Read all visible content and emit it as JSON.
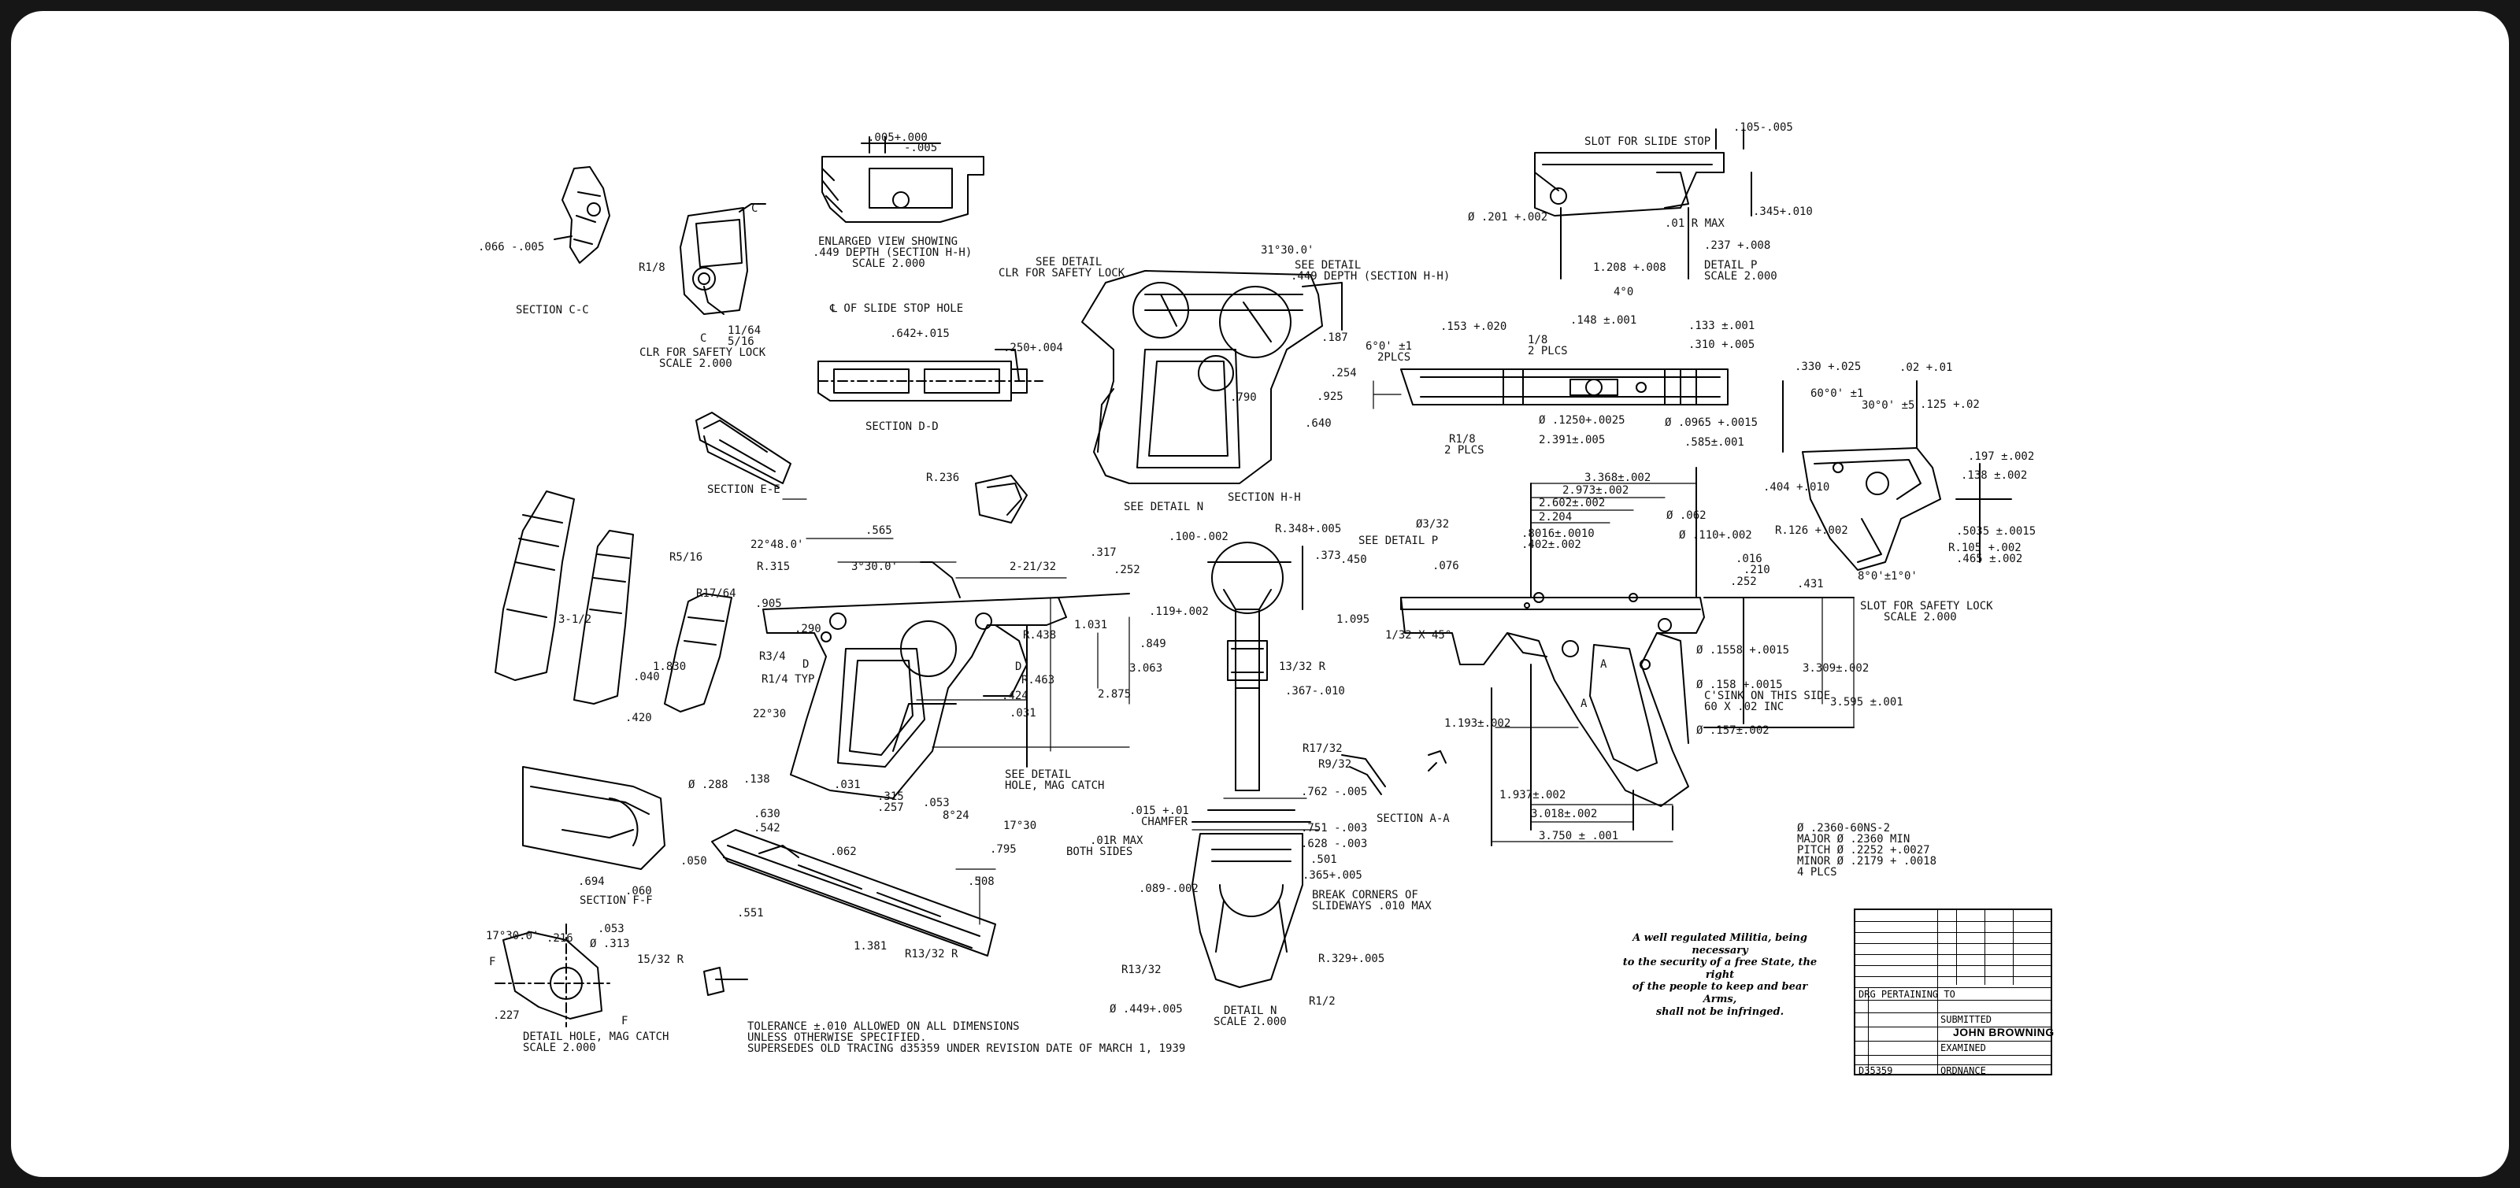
{
  "labels": {
    "section_cc": "SECTION  C-C",
    "dim_066": ".066 -.005",
    "r18_cc": "R1/8",
    "clr_safety_lock": "CLR FOR SAFETY LOCK",
    "scale_2000": "SCALE  2.000",
    "dim_1164": "11/64",
    "dim_516": "5/16",
    "mark_c1": "C",
    "mark_c2": "C",
    "dim_005_top": ".005+.000",
    "dim_005_bot": "-.005",
    "enlarged_view": "ENLARGED VIEW SHOWING",
    "depth_449": ".449 DEPTH (SECTION H-H)",
    "scale_enl": "SCALE  2.000",
    "cl_slide_stop": "℄ OF SLIDE STOP HOLE",
    "dim_642": ".642+.015",
    "dim_250": ".250+.004",
    "section_dd": "SECTION  D-D",
    "section_ee": "SECTION  E-E",
    "see_detail_clr": "SEE DETAIL",
    "clr_safety_lock2": "CLR FOR SAFETY LOCK",
    "angle_31": "31°30.0'",
    "see_detail_449": "SEE DETAIL",
    "depth_449b": ".449 DEPTH (SECTION H-H)",
    "dim_790": ".790",
    "dim_925": ".925",
    "dim_254": ".254",
    "dim_640": ".640",
    "dim_187": ".187",
    "slot_slide_stop": "SLOT FOR SLIDE STOP",
    "dim_105": ".105-.005",
    "dim_201": "Ø .201 +.002",
    "dim_01r": ".01 R MAX",
    "dim_345": ".345+.010",
    "dim_1208": "1.208 +.008",
    "dim_237": ".237 +.008",
    "angle_4": "4°0",
    "detail_p": "DETAIL  P",
    "scale_p": "SCALE  2.000",
    "dim_153": ".153 +.020",
    "dim_18": "1/8",
    "plcs2a": "2 PLCS",
    "dim_148": ".148 ±.001",
    "dim_133": ".133 ±.001",
    "dim_310": ".310 +.005",
    "angle_6": "6°0' ±1",
    "plcs2b": "2PLCS",
    "dim_1250": "Ø .1250+.0025",
    "dim_0965": "Ø .0965 +.0015",
    "r18_b": "R1/8",
    "plcs2c": "2 PLCS",
    "dim_2391": "2.391±.005",
    "dim_585": ".585±.001",
    "dim_330": ".330 +.025",
    "dim_02": ".02 +.01",
    "angle_60": "60°0' ±1",
    "angle_30": "30°0' ±5",
    "dim_125": ".125 +.02",
    "dim_197": ".197 ±.002",
    "dim_138": ".138 ±.002",
    "dim_404": ".404 +.010",
    "dim_r126": "R.126 +.002",
    "dim_5035": ".5035 ±.0015",
    "dim_r105": "R.105 +.002",
    "dim_465": ".465 ±.002",
    "angle_8": "8°0'±1°0'",
    "slot_safety": "SLOT FOR SAFETY LOCK",
    "scale_safety": "SCALE  2.000",
    "dim_3368": "3.368±.002",
    "dim_2973": "2.973±.002",
    "dim_2602": "2.602±.002",
    "dim_2204": "2.204",
    "dim_8016": ".8016±.0010",
    "dim_402": ".402±.002",
    "dim_332": "Ø3/32",
    "dim_062": "Ø .062",
    "dim_110": "Ø .110+.002",
    "see_detail_p": "SEE DETAIL  P",
    "dim_450": ".450",
    "dim_076": ".076",
    "dim_016": ".016",
    "dim_210": ".210",
    "dim_252b": ".252",
    "dim_431": ".431",
    "dim_1095": "1.095",
    "dim_132x45": "1/32 X 45°",
    "dim_1558": "Ø .1558 +.0015",
    "dim_158": "Ø .158 +.0015",
    "csink": "C'SINK ON THIS SIDE",
    "csink2": "60 X .02 INC",
    "dim_3309": "3.309±.002",
    "dim_3595": "3.595 ±.001",
    "dim_1193": "1.193±.002",
    "dim_157": "Ø .157±.002",
    "mark_a1": "A",
    "mark_a2": "A",
    "dim_1937": "1.937±.002",
    "dim_3018": "3.018±.002",
    "dim_3750": "3.750 ± .001",
    "dim_2360": "Ø .2360-60NS-2",
    "major": "MAJOR Ø  .2360 MIN",
    "pitch": "PITCH Ø  .2252 +.0027",
    "minor": "MINOR Ø  .2179 + .0018",
    "plcs4": "4 PLCS",
    "see_detail_n": "SEE DETAIL  N",
    "section_hh": "SECTION  H-H",
    "dim_100": ".100-.002",
    "dim_r348": "R.348+.005",
    "dim_373": ".373",
    "dim_119": ".119+.002",
    "dim_1332r": "13/32 R",
    "dim_367": ".367-.010",
    "dim_r1732": "R17/32",
    "dim_r932": "R9/32",
    "dim_762": ".762 -.005",
    "section_aa": "SECTION  A-A",
    "dim_r236": "R.236",
    "dim_565": ".565",
    "angle_22_48": "22°48.0'",
    "dim_r315": "R.315",
    "angle_3_30": "3°30.0'",
    "dim_2_2132": "2-21/32",
    "dim_317": ".317",
    "dim_252": ".252",
    "dim_905": ".905",
    "dim_290": ".290",
    "dim_r34": "R3/4",
    "dim_r438": "R.438",
    "dim_1031": "1.031",
    "dim_849": ".849",
    "mark_d1": "D",
    "mark_d2": "D",
    "dim_r463": "R.463",
    "dim_3063": "3.063",
    "dim_r14": "R1/4 TYP",
    "dim_424": ".424",
    "dim_031": ".031",
    "dim_2875": "2.875",
    "angle_22_30": "22°30",
    "see_detail_hole": "SEE DETAIL",
    "hole_mag": "HOLE, MAG CATCH",
    "dim_138b": ".138",
    "dim_031b": ".031",
    "dim_315": ".315",
    "dim_257": ".257",
    "dim_053": ".053",
    "angle_8_24": "8°24",
    "angle_17_30": "17°30",
    "dim_795": ".795",
    "dim_r516": "R5/16",
    "dim_r1764": "R17/64",
    "dim_3_12": "3-1/2",
    "dim_1830": "1.830",
    "dim_040": ".040",
    "dim_420": ".420",
    "dim_288": "Ø .288",
    "dim_694": ".694",
    "section_ff": "SECTION  F-F",
    "dim_060": ".060",
    "dim_050": ".050",
    "dim_630": ".630",
    "dim_542": ".542",
    "dim_062b": ".062",
    "dim_551": ".551",
    "dim_508": ".508",
    "dim_1381": "1.381",
    "dim_r1332": "R13/32 R",
    "angle_17_30b": "17°30.0'",
    "dim_216": ".216",
    "dim_053b": ".053",
    "dim_313": "Ø .313",
    "dim_1532r": "15/32 R",
    "dim_227": ".227",
    "mark_f1": "F",
    "mark_f2": "F",
    "detail_hole": "DETAIL  HOLE, MAG CATCH",
    "scale_hole": "SCALE  2.000",
    "dim_015": ".015 +.01",
    "chamfer": "CHAMFER",
    "dim_01rmax": ".01R MAX",
    "both_sides": "BOTH SIDES",
    "dim_751": ".751 -.003",
    "dim_628": ".628 -.003",
    "dim_501": ".501",
    "dim_365": ".365+.005",
    "dim_089": ".089-.002",
    "break_corners": "BREAK CORNERS OF",
    "slideways": "SLIDEWAYS .010 MAX",
    "dim_r1332b": "R13/32",
    "dim_r329": "R.329+.005",
    "dim_r12": "R1/2",
    "dim_449": "Ø .449+.005",
    "detail_n": "DETAIL  N",
    "scale_n": "SCALE  2.000"
  },
  "notes": {
    "line1": "TOLERANCE ±.010 ALLOWED ON ALL DIMENSIONS",
    "line2": "UNLESS OTHERWISE SPECIFIED.",
    "line3": "SUPERSEDES OLD TRACING d35359 UNDER REVISION DATE OF MARCH 1, 1939"
  },
  "quote": {
    "line1": "A well regulated Militia, being necessary",
    "line2": "to the security of a free State, the right",
    "line3": "of the people to keep and bear Arms,",
    "line4": "shall not be infringed."
  },
  "title_block": {
    "drg_pertaining": "DRG PERTAINING TO",
    "submitted": "SUBMITTED",
    "name": "JOHN BROWNING",
    "examined": "EXAMINED",
    "drawing_no": "D35359",
    "ordnance": "ORDNANCE"
  }
}
